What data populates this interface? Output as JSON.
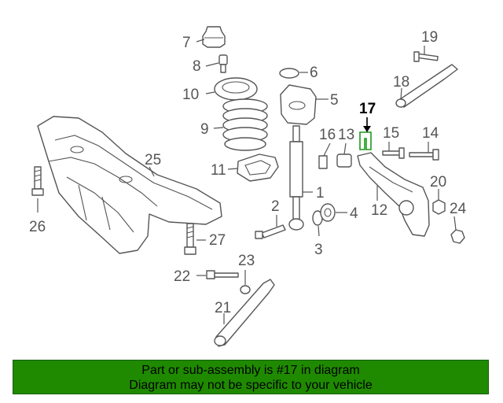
{
  "callouts": [
    {
      "n": "1",
      "label": "1"
    },
    {
      "n": "2",
      "label": "2"
    },
    {
      "n": "3",
      "label": "3"
    },
    {
      "n": "4",
      "label": "4"
    },
    {
      "n": "5",
      "label": "5"
    },
    {
      "n": "6",
      "label": "6"
    },
    {
      "n": "7",
      "label": "7"
    },
    {
      "n": "8",
      "label": "8"
    },
    {
      "n": "9",
      "label": "9"
    },
    {
      "n": "10",
      "label": "10"
    },
    {
      "n": "11",
      "label": "11"
    },
    {
      "n": "12",
      "label": "12"
    },
    {
      "n": "13",
      "label": "13"
    },
    {
      "n": "14",
      "label": "14"
    },
    {
      "n": "15",
      "label": "15"
    },
    {
      "n": "16",
      "label": "16"
    },
    {
      "n": "17",
      "label": "17"
    },
    {
      "n": "18",
      "label": "18"
    },
    {
      "n": "19",
      "label": "19"
    },
    {
      "n": "20",
      "label": "20"
    },
    {
      "n": "21",
      "label": "21"
    },
    {
      "n": "22",
      "label": "22"
    },
    {
      "n": "23",
      "label": "23"
    },
    {
      "n": "24",
      "label": "24"
    },
    {
      "n": "25",
      "label": "25"
    },
    {
      "n": "26",
      "label": "26"
    },
    {
      "n": "27",
      "label": "27"
    }
  ],
  "highlighted_part": "17",
  "footer": {
    "line1": "Part or sub-assembly is #17 in diagram",
    "line2": "Diagram may not be specific to your vehicle"
  },
  "colors": {
    "footer_bg": "#1f8a00",
    "highlight_part": "#1a9a1a",
    "line_art": "#555555"
  }
}
